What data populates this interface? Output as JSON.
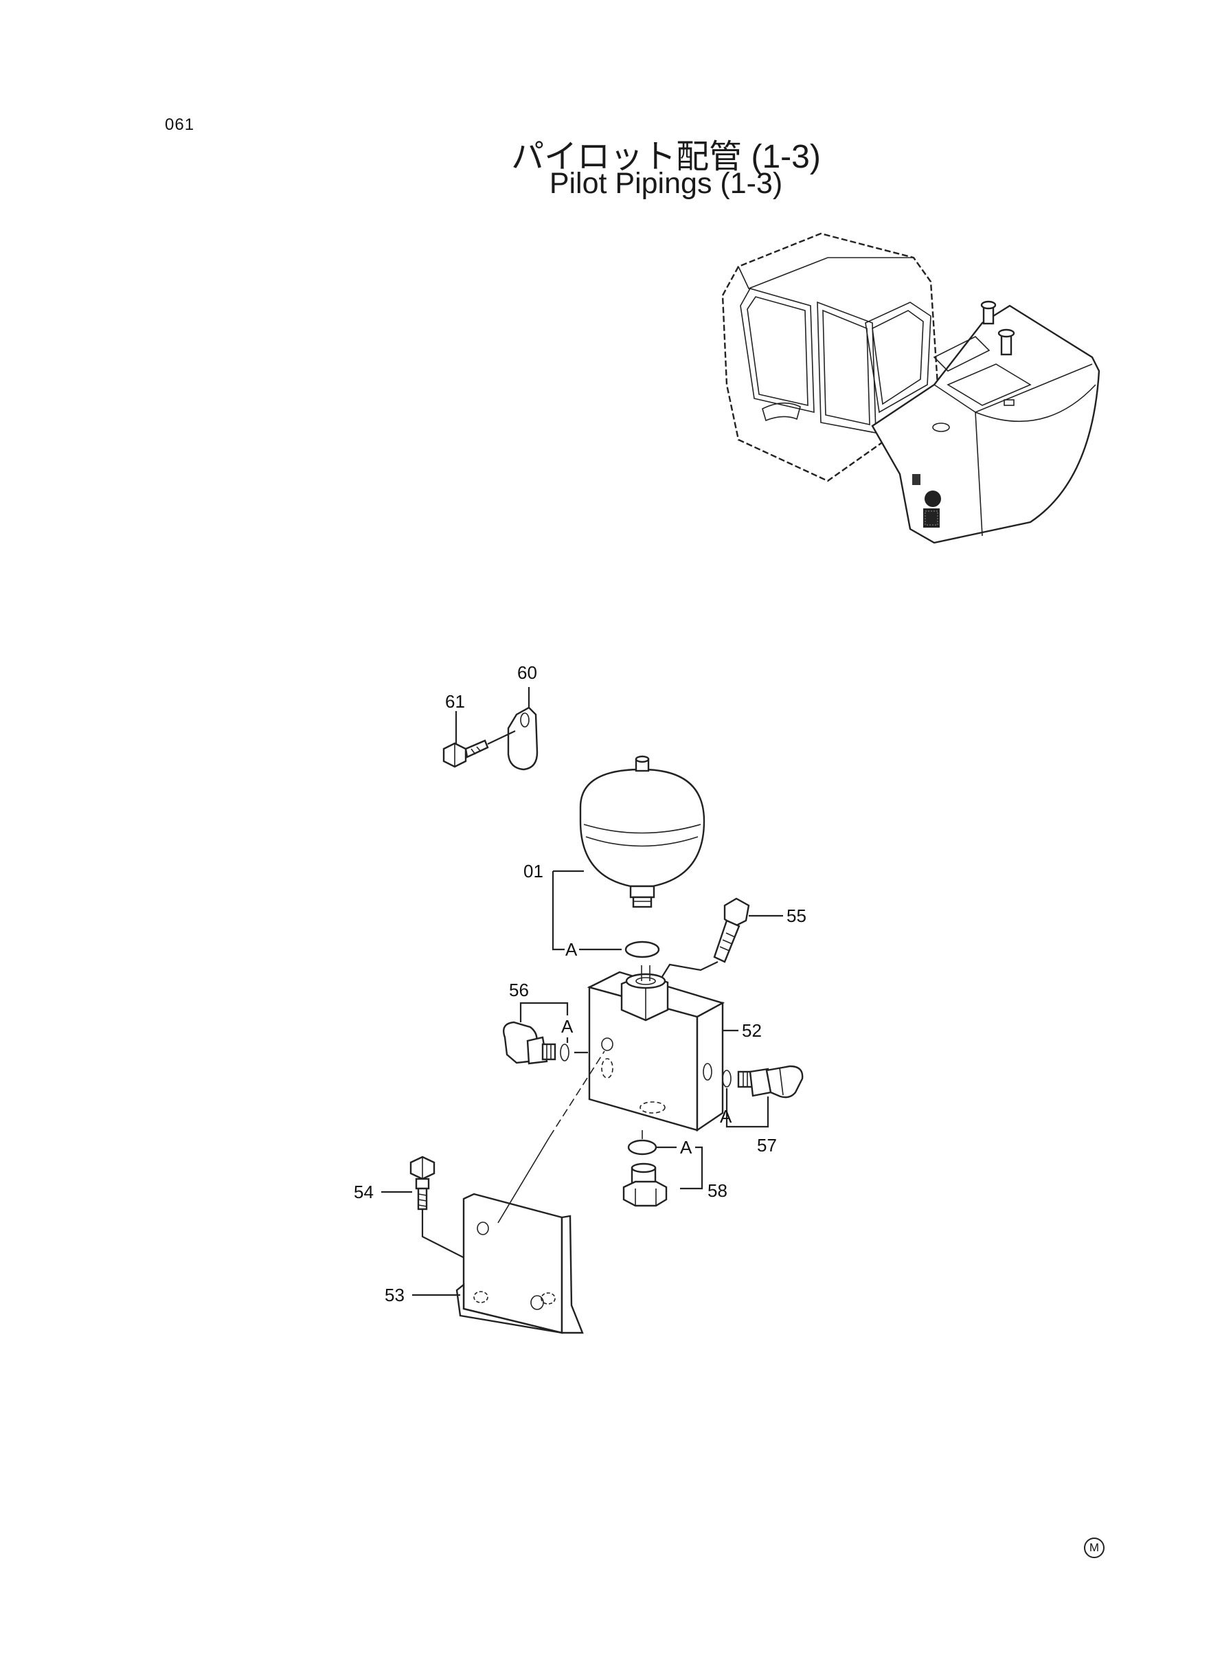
{
  "page": {
    "code": "061",
    "title_jp": "パイロット配管 (1-3)",
    "title_en": "Pilot Pipings (1-3)",
    "corner_mark": "M"
  },
  "callouts": {
    "p01": "01",
    "p52": "52",
    "p53": "53",
    "p54": "54",
    "p55": "55",
    "p56": "56",
    "p57": "57",
    "p58": "58",
    "p60": "60",
    "p61": "61"
  },
  "refs": {
    "a1": "A",
    "a2": "A",
    "a3": "A",
    "a4": "A"
  }
}
